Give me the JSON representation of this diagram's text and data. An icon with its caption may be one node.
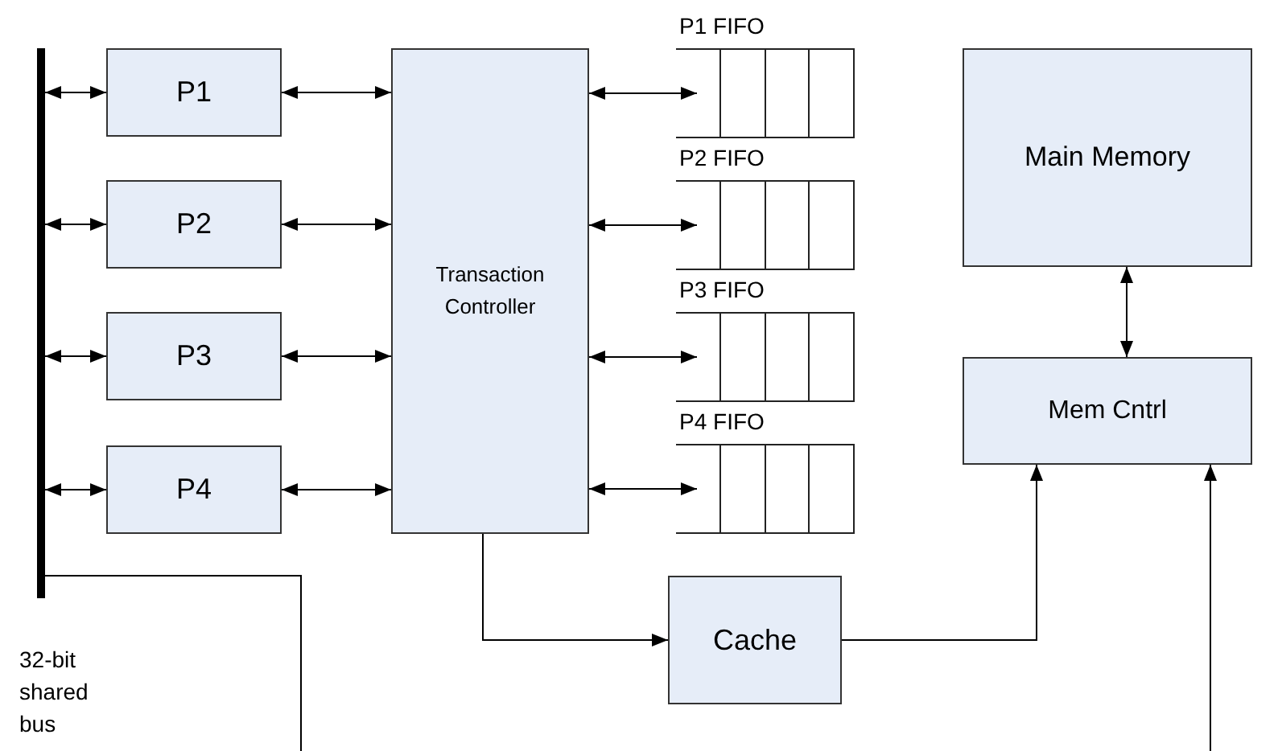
{
  "diagram": {
    "nodes": [
      {
        "text": [],
        "shape": "bar",
        "beside": [
          "32-bit shared bus"
        ]
      },
      {
        "text": [
          "P1"
        ]
      },
      {
        "text": [
          "P2"
        ]
      },
      {
        "text": [
          "P3"
        ]
      },
      {
        "text": [
          "P4"
        ]
      },
      {
        "text": [
          "Transaction Controller"
        ]
      },
      {
        "text": [
          "P1 FIFO"
        ]
      },
      {
        "text": [
          "P2 FIFO"
        ]
      },
      {
        "text": [
          "P3 FIFO"
        ]
      },
      {
        "text": [
          "P4 FIFO"
        ]
      },
      {
        "text": [
          "Main Memory"
        ]
      },
      {
        "text": [
          "Mem Cntrl"
        ]
      },
      {
        "text": [
          "Cache"
        ]
      }
    ],
    "edges": [
      {
        "from": 0,
        "to": 1,
        "arrow": "both"
      },
      {
        "from": 0,
        "to": 2,
        "arrow": "both"
      },
      {
        "from": 0,
        "to": 3,
        "arrow": "both"
      },
      {
        "from": 0,
        "to": 4,
        "arrow": "both"
      },
      {
        "from": 1,
        "to": 5,
        "arrow": "both"
      },
      {
        "from": 2,
        "to": 5,
        "arrow": "both"
      },
      {
        "from": 3,
        "to": 5,
        "arrow": "both"
      },
      {
        "from": 4,
        "to": 5,
        "arrow": "both"
      },
      {
        "from": 5,
        "to": 6,
        "arrow": "both"
      },
      {
        "from": 5,
        "to": 7,
        "arrow": "both"
      },
      {
        "from": 5,
        "to": 8,
        "arrow": "both"
      },
      {
        "from": 5,
        "to": 9,
        "arrow": "both"
      },
      {
        "from": 5,
        "to": 12,
        "arrow": "to"
      },
      {
        "from": 10,
        "to": 11,
        "arrow": "both"
      },
      {
        "from": 12,
        "to": 11,
        "arrow": "to"
      },
      {
        "from": 0,
        "to": null,
        "arrow": "none"
      },
      {
        "from": null,
        "to": 11,
        "arrow": "to"
      }
    ]
  }
}
